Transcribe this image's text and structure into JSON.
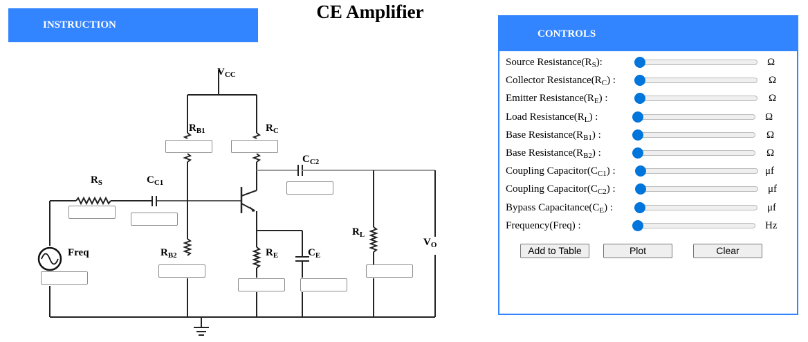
{
  "instruction": {
    "label": "INSTRUCTION"
  },
  "title": "CE Amplifier",
  "circuit": {
    "labels": {
      "vcc": {
        "main": "V",
        "sub": "CC"
      },
      "rb1": {
        "main": "R",
        "sub": "B1"
      },
      "rc": {
        "main": "R",
        "sub": "C"
      },
      "cc2": {
        "main": "C",
        "sub": "C2"
      },
      "rs": {
        "main": "R",
        "sub": "S"
      },
      "cc1": {
        "main": "C",
        "sub": "C1"
      },
      "rl": {
        "main": "R",
        "sub": "L"
      },
      "vo": {
        "main": "V",
        "sub": "O"
      },
      "freq": {
        "main": "Freq",
        "sub": ""
      },
      "rb2": {
        "main": "R",
        "sub": "B2"
      },
      "re": {
        "main": "R",
        "sub": "E"
      },
      "ce": {
        "main": "C",
        "sub": "E"
      }
    },
    "inputs": {
      "rb1": "",
      "rc": "",
      "cc2": "",
      "rs": "",
      "cc1": "",
      "freq": "",
      "rb2": "",
      "re": "",
      "ce": "",
      "rl": ""
    },
    "icons": {
      "source": "ac-source-icon",
      "ground": "ground-icon",
      "transistor": "npn-transistor-icon"
    }
  },
  "controls": {
    "header": "CONTROLS",
    "sliders": [
      {
        "label": "Source Resistance(R",
        "sub": "S",
        "suffix": "):",
        "unit": "Ω",
        "value": 0
      },
      {
        "label": "Collector Resistance(R",
        "sub": "C",
        "suffix": ") :",
        "unit": "Ω",
        "value": 0
      },
      {
        "label": "Emitter Resistance(R",
        "sub": "E",
        "suffix": ") :",
        "unit": "Ω",
        "value": 0
      },
      {
        "label": "Load Resistance(R",
        "sub": "L",
        "suffix": ") :",
        "unit": "Ω",
        "value": 0
      },
      {
        "label": "Base Resistance(R",
        "sub": "B1",
        "suffix": ") :",
        "unit": "Ω",
        "value": 0
      },
      {
        "label": "Base Resistance(R",
        "sub": "B2",
        "suffix": ") :",
        "unit": "Ω",
        "value": 0
      },
      {
        "label": "Coupling Capacitor(C",
        "sub": "C1",
        "suffix": ") :",
        "unit": "μf",
        "value": 0
      },
      {
        "label": "Coupling Capacitor(C",
        "sub": "C2",
        "suffix": ") :",
        "unit": "μf",
        "value": 0
      },
      {
        "label": "Bypass Capacitance(C",
        "sub": "E",
        "suffix": ") :",
        "unit": "μf",
        "value": 0
      },
      {
        "label": "Frequency(Freq) :",
        "sub": "",
        "suffix": "",
        "unit": "Hz",
        "value": 0
      }
    ],
    "buttons": {
      "add_to_table": "Add to Table",
      "plot": "Plot",
      "clear": "Clear"
    },
    "colors": {
      "accent": "#3385ff",
      "slider_thumb": "#0075db"
    }
  }
}
